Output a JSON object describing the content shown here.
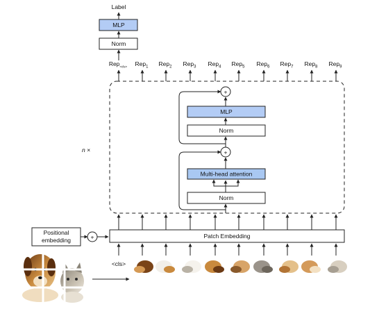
{
  "head": {
    "label": "Label",
    "mlp": "MLP",
    "norm": "Norm"
  },
  "reps": [
    {
      "base": "Rep",
      "sub": "<cls>"
    },
    {
      "base": "Rep",
      "sub": "1"
    },
    {
      "base": "Rep",
      "sub": "2"
    },
    {
      "base": "Rep",
      "sub": "3"
    },
    {
      "base": "Rep",
      "sub": "4"
    },
    {
      "base": "Rep",
      "sub": "5"
    },
    {
      "base": "Rep",
      "sub": "6"
    },
    {
      "base": "Rep",
      "sub": "7"
    },
    {
      "base": "Rep",
      "sub": "8"
    },
    {
      "base": "Rep",
      "sub": "9"
    }
  ],
  "encoder": {
    "repeat": "n ×",
    "mlp": "MLP",
    "norm_top": "Norm",
    "attention": "Multi-head attention",
    "norm_bottom": "Norm",
    "plus": "+"
  },
  "positional": {
    "line1": "Positional",
    "line2": "embedding",
    "plus": "+"
  },
  "patch_embedding": "Patch Embedding",
  "cls_token": "<cls>",
  "colors": {
    "blue_box": "#b3ccf5",
    "stroke": "#222222"
  }
}
